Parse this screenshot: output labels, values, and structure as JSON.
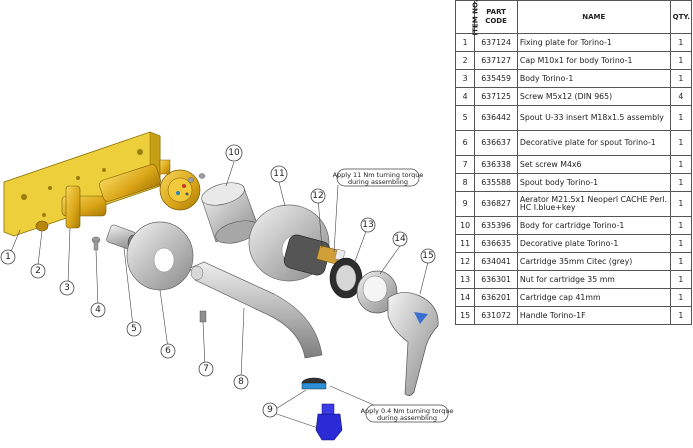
{
  "table": {
    "headers": {
      "item": "ITEM NO.",
      "code": "PART CODE",
      "name": "NAME",
      "qty": "QTY."
    },
    "rows": [
      {
        "no": "1",
        "code": "637124",
        "name": "Fixing plate for Torino-1",
        "qty": "1"
      },
      {
        "no": "2",
        "code": "637127",
        "name": "Cap M10x1 for body Torino-1",
        "qty": "1"
      },
      {
        "no": "3",
        "code": "635459",
        "name": "Body Torino-1",
        "qty": "1"
      },
      {
        "no": "4",
        "code": "637125",
        "name": "Screw M5x12 (DIN 965)",
        "qty": "4"
      },
      {
        "no": "5",
        "code": "636442",
        "name": "Spout U-33 insert M18x1.5 assembly",
        "qty": "1"
      },
      {
        "no": "6",
        "code": "636637",
        "name": "Decorative plate for spout Torino-1",
        "qty": "1"
      },
      {
        "no": "7",
        "code": "636338",
        "name": "Set screw M4x6",
        "qty": "1"
      },
      {
        "no": "8",
        "code": "635588",
        "name": "Spout body Torino-1",
        "qty": "1"
      },
      {
        "no": "9",
        "code": "636827",
        "name": "Aerator M21.5x1 Neoperl CACHE Perl. HC I.blue+key",
        "qty": "1"
      },
      {
        "no": "10",
        "code": "635396",
        "name": "Body for cartridge Torino-1",
        "qty": "1"
      },
      {
        "no": "11",
        "code": "636635",
        "name": "Decorative plate Torino-1",
        "qty": "1"
      },
      {
        "no": "12",
        "code": "634041",
        "name": "Cartridge 35mm Citec (grey)",
        "qty": "1"
      },
      {
        "no": "13",
        "code": "636301",
        "name": "Nut for cartridge 35 mm",
        "qty": "1"
      },
      {
        "no": "14",
        "code": "636201",
        "name": "Cartridge cap 41mm",
        "qty": "1"
      },
      {
        "no": "15",
        "code": "631072",
        "name": "Handle Torino-1F",
        "qty": "1"
      }
    ]
  },
  "callouts": [
    "1",
    "2",
    "3",
    "4",
    "5",
    "6",
    "7",
    "8",
    "9",
    "10",
    "11",
    "12",
    "13",
    "14",
    "15"
  ],
  "notes": {
    "torque_cartridge": [
      "Apply 11 Nm turning torque",
      "during assembling"
    ],
    "torque_aerator": [
      "Apply 0.4 Nm turning torque",
      "during assembling"
    ]
  },
  "colors": {
    "brass": "#e3b21f",
    "plate": "#eccf3a",
    "chrome": "#c9c9c9",
    "aerator": "#2b2bd6",
    "cartridge": "#555555"
  }
}
